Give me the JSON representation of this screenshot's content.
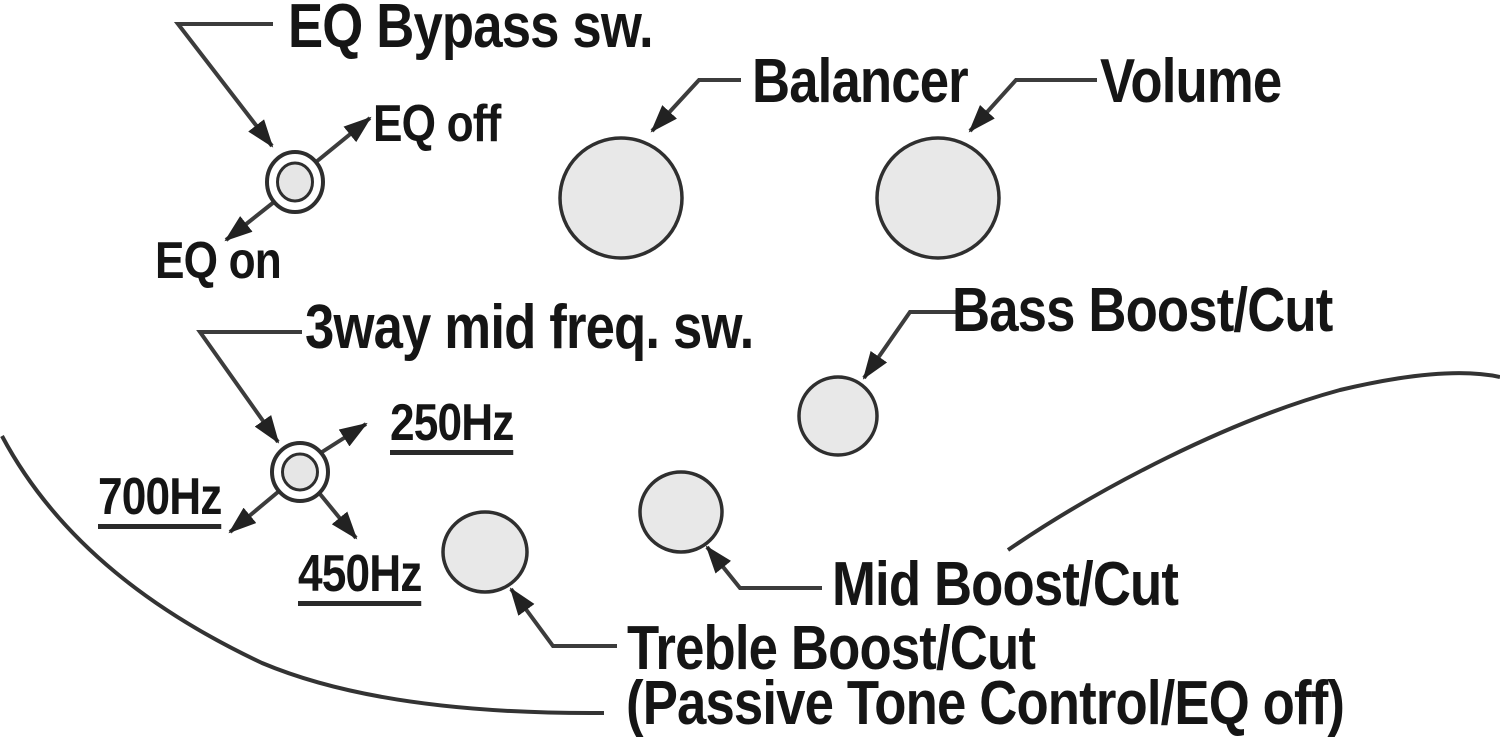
{
  "diagram": {
    "description": "Bass guitar control layout diagram",
    "background": "#ffffff",
    "colors": {
      "text": "#151515",
      "line": "#3c3c3c",
      "knob_fill": "#e8e8e8",
      "knob_stroke": "#2f2f2f"
    },
    "labels": {
      "eq_bypass": "EQ Bypass sw.",
      "eq_off": "EQ off",
      "eq_on": "EQ on",
      "balancer": "Balancer",
      "volume": "Volume",
      "bass": "Bass Boost/Cut",
      "mid_freq_switch": "3way mid freq. sw.",
      "freq_250": "250Hz",
      "freq_700": "700Hz",
      "freq_450": "450Hz",
      "mid": "Mid Boost/Cut",
      "treble_line1": "Treble Boost/Cut",
      "treble_line2": "(Passive Tone Control/EQ off)"
    },
    "controls": [
      {
        "id": "eq-bypass-switch",
        "type": "switch",
        "label": "EQ Bypass sw.",
        "positions": [
          "EQ off",
          "EQ on"
        ]
      },
      {
        "id": "balancer-knob",
        "type": "knob",
        "label": "Balancer"
      },
      {
        "id": "volume-knob",
        "type": "knob",
        "label": "Volume"
      },
      {
        "id": "bass-knob",
        "type": "knob",
        "label": "Bass Boost/Cut"
      },
      {
        "id": "mid-freq-switch",
        "type": "3-way switch",
        "label": "3way mid freq. sw.",
        "positions": [
          "250Hz",
          "700Hz",
          "450Hz"
        ]
      },
      {
        "id": "mid-knob",
        "type": "knob",
        "label": "Mid Boost/Cut"
      },
      {
        "id": "treble-knob",
        "type": "knob",
        "label": "Treble Boost/Cut (Passive Tone Control/EQ off)"
      }
    ]
  }
}
